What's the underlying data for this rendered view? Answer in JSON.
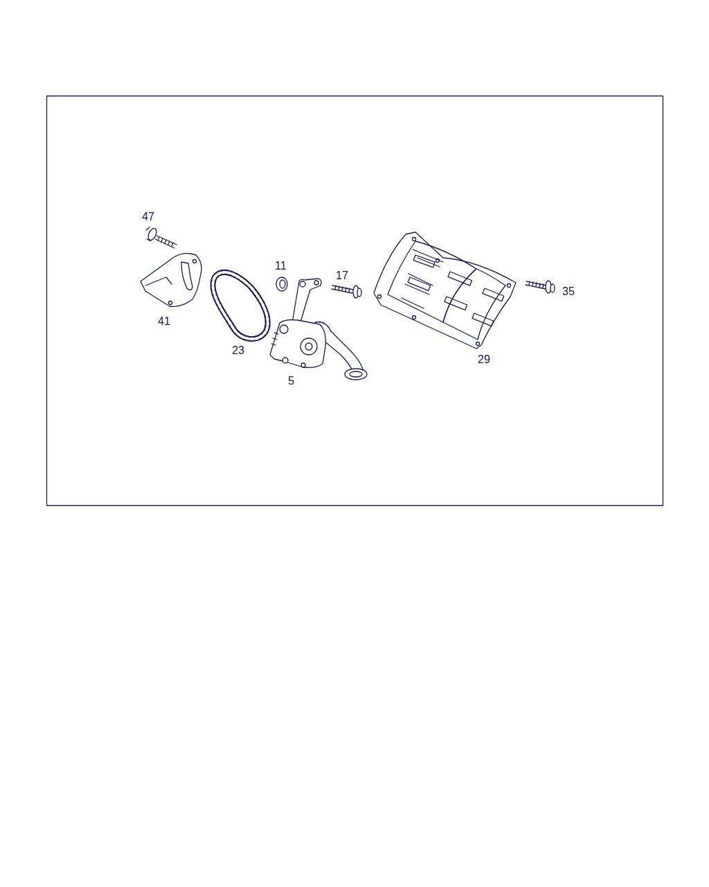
{
  "diagram": {
    "labels": [
      "47",
      "11",
      "17",
      "35",
      "41",
      "23",
      "29",
      "5"
    ]
  }
}
